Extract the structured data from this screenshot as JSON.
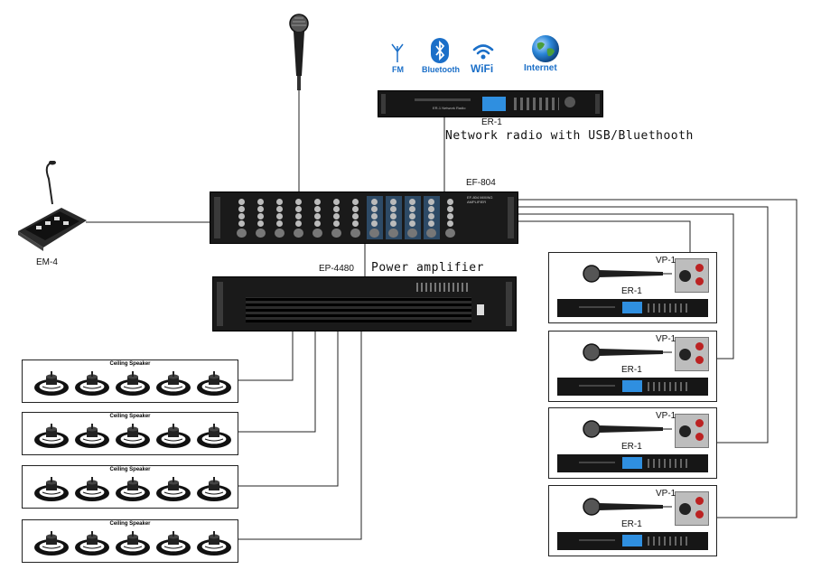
{
  "source_icons": {
    "fm": "FM",
    "bluetooth": "Bluetooth",
    "wifi": "WiFi",
    "internet": "Internet"
  },
  "devices": {
    "radio_top": {
      "name": "ER-1",
      "caption": "Network radio with USB/Bluethooth",
      "panel_text": "ER-1 Network Radio"
    },
    "mixer": {
      "name": "EF-804",
      "panel_text": "EF-804 MIXING AMPLIFIER"
    },
    "paging_mic": {
      "name": "EM-4"
    },
    "amplifier": {
      "name": "EP-4480",
      "caption": "Power amplifier"
    }
  },
  "ceiling_groups": [
    {
      "title": "Ceiling Speaker"
    },
    {
      "title": "Ceiling Speaker"
    },
    {
      "title": "Ceiling Speaker"
    },
    {
      "title": "Ceiling Speaker"
    }
  ],
  "zones": [
    {
      "vp_label": "VP-1",
      "er_label": "ER-1"
    },
    {
      "vp_label": "VP-1",
      "er_label": "ER-1"
    },
    {
      "vp_label": "VP-1",
      "er_label": "ER-1"
    },
    {
      "vp_label": "VP-1",
      "er_label": "ER-1"
    }
  ],
  "colors": {
    "line": "#222222",
    "device_body": "#1a1a1a",
    "accent_blue": "#1b6fc8",
    "lcd_blue": "#2f8fe0",
    "mixer_blue_section": "#2d4a66"
  },
  "icons": [
    "antenna-icon",
    "bluetooth-icon",
    "wifi-icon",
    "globe-icon",
    "microphone-icon",
    "paging-console-icon",
    "ceiling-speaker-icon",
    "wall-plate-icon"
  ]
}
